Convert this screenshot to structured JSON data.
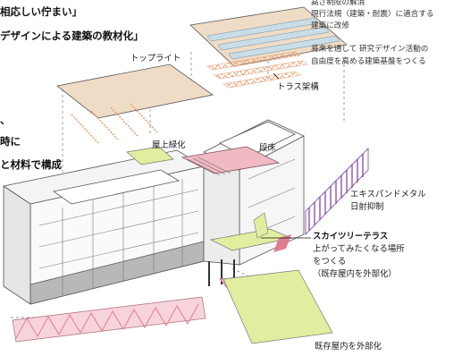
{
  "left_text": {
    "line1": "相応しい佇まい」",
    "line2": "デザインによる建築の教材化」",
    "line3": "、",
    "line4": "時に",
    "line5": "と材料で構成"
  },
  "right_text": {
    "line1": "高さ制限の解消",
    "line2": "現行法規（建築・耐震）に適合する",
    "line3": "建築に改修",
    "line4": "将来を通して 研究デザイン活動の",
    "line5": "自由度を高める建築基盤をつくる"
  },
  "callouts": {
    "toplight": "トップライト",
    "truss": "トラス架構",
    "roof_green": "屋上緑化",
    "stairs": "段床",
    "expanded_metal_1": "エキスパンドメタル",
    "expanded_metal_2": "日射抑制",
    "skytree_title": "スカイツリーテラス",
    "skytree_1": "上がってみたくなる場所",
    "skytree_2": "をつくる",
    "skytree_3": "（既存屋内を外部化）",
    "bottom": "既存屋内を外部化"
  },
  "colors": {
    "roof_beige": "#efdcc6",
    "skylight_blue": "#c9dde8",
    "green_terrace": "#e3eda0",
    "pink_slab": "#f0b9c3",
    "pink_dark": "#e07c90",
    "truss_orange": "#e9a073",
    "purple": "#7d3aa6",
    "line": "#444444"
  }
}
